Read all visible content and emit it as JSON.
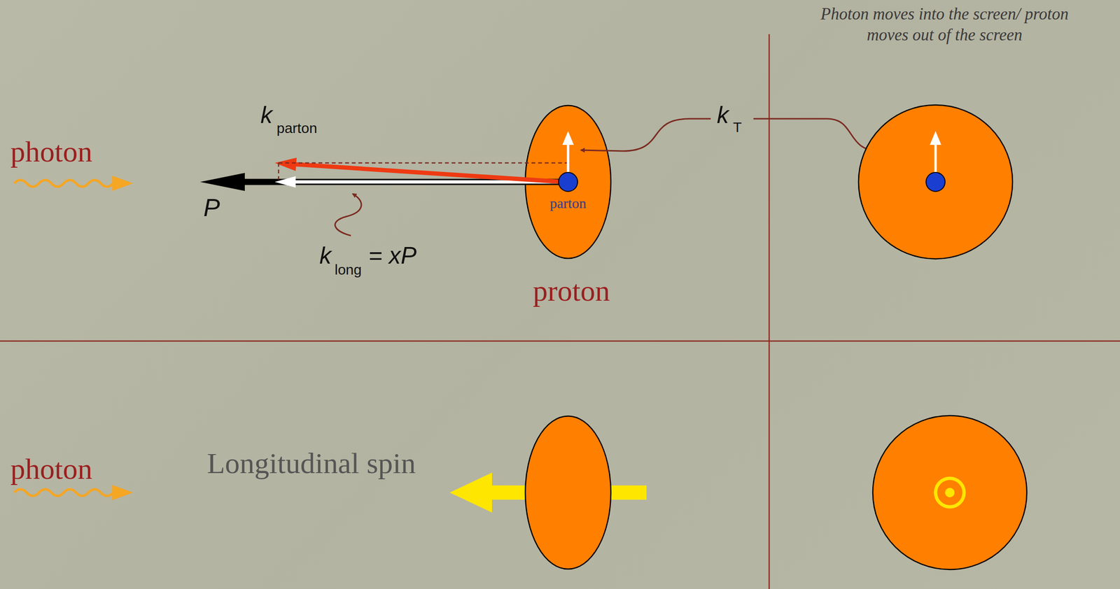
{
  "diagram": {
    "labels": [
      "Photon moves into the screen/ proton moves out of the screen",
      "photon",
      "k",
      "parton",
      "P",
      "parton",
      "k",
      "long",
      "= xP",
      "proton",
      "k",
      "T",
      "photon",
      "Longitudinal spin"
    ]
  }
}
